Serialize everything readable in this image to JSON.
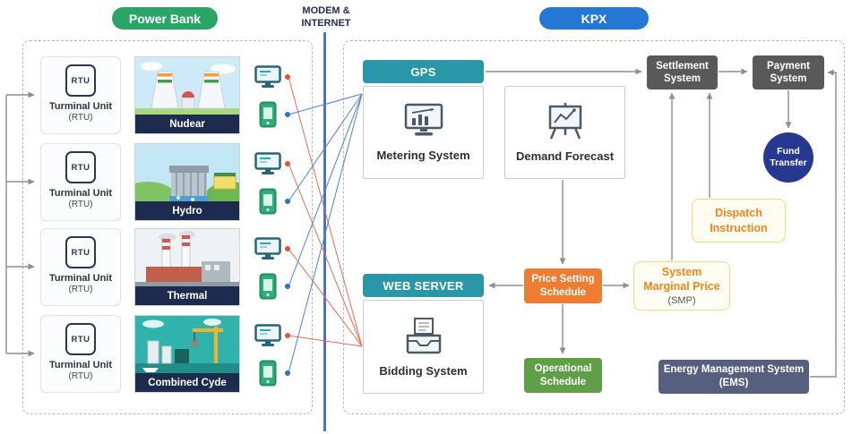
{
  "headers": {
    "power_bank": "Power Bank",
    "modem": {
      "line1": "MODEM &",
      "line2": "INTERNET"
    },
    "kpx": "KPX"
  },
  "plants": {
    "rows": [
      {
        "rtu": "RTU",
        "name1": "Turminal Unit",
        "name2": "(RTU)",
        "plant": "Nudear"
      },
      {
        "rtu": "RTU",
        "name1": "Turminal Unit",
        "name2": "(RTU)",
        "plant": "Hydro"
      },
      {
        "rtu": "RTU",
        "name1": "Turminal Unit",
        "name2": "(RTU)",
        "plant": "Thermal"
      },
      {
        "rtu": "RTU",
        "name1": "Turminal Unit",
        "name2": "(RTU)",
        "plant": "Combined Cyde"
      }
    ]
  },
  "kpx": {
    "gps": "GPS",
    "metering": "Metering System",
    "demand_forecast": "Demand Forecast",
    "web_server": "WEB SERVER",
    "bidding": "Bidding System",
    "settlement": {
      "line1": "Settlement",
      "line2": "System"
    },
    "payment": {
      "line1": "Payment",
      "line2": "System"
    },
    "fund_transfer": {
      "line1": "Fund",
      "line2": "Transfer"
    },
    "dispatch": {
      "line1": "Dispatch",
      "line2": "Instruction"
    },
    "price_setting": {
      "line1": "Price Setting",
      "line2": "Schedule"
    },
    "smp": {
      "line1": "System",
      "line2": "Marginal Price",
      "line3": "(SMP)"
    },
    "operational": {
      "line1": "Operational",
      "line2": "Schedule"
    },
    "ems": {
      "line1": "Energy Management System",
      "line2": "(EMS)"
    }
  },
  "colors": {
    "power_bank_green": "#29a565",
    "kpx_blue": "#2478d4",
    "teal_header": "#2997a8",
    "dark_gray_box": "#595959",
    "fund_transfer_blue": "#283891",
    "orange_box": "#ee7d31",
    "pale_yellow_box": "#fffdf2",
    "green_box": "#5f9f45",
    "ems_slate": "#565f7e",
    "modem_line_blue": "#4a74c9",
    "label_navy": "#1d2b4f",
    "monitor_link_red": "#e96a52",
    "terminal_link_blue": "#4a82d8",
    "arrow_gray": "#8f8f8f"
  }
}
